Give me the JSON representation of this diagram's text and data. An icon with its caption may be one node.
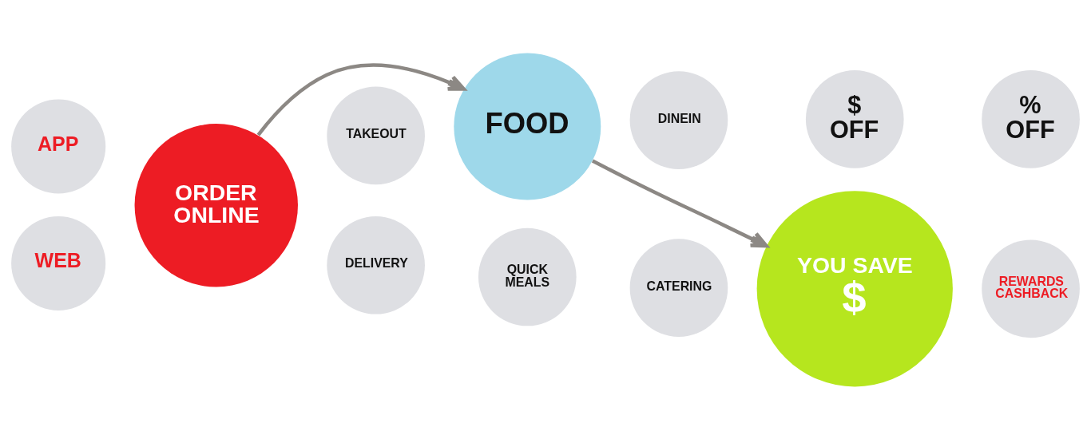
{
  "diagram": {
    "nodes": [
      {
        "text": [
          "APP"
        ]
      },
      {
        "text": [
          "WEB"
        ]
      },
      {
        "text": [
          "ORDER ONLINE"
        ]
      },
      {
        "text": [
          "FOOD"
        ]
      },
      {
        "text": [
          "DINEIN"
        ]
      },
      {
        "text": [
          "TAKEOUT"
        ]
      },
      {
        "text": [
          "CATERING"
        ]
      },
      {
        "text": [
          "DELIVERY"
        ]
      },
      {
        "text": [
          "QUICK MEALS"
        ]
      },
      {
        "text": [
          "$ OFF"
        ]
      },
      {
        "text": [
          "% OFF"
        ]
      },
      {
        "text": [
          "REWARDS CASHBACK"
        ]
      },
      {
        "text": [
          "YOU SAVE",
          "$"
        ]
      }
    ],
    "edges": [
      {
        "from": 2,
        "to": 3,
        "arrow": "to"
      },
      {
        "from": 3,
        "to": 12,
        "arrow": "to"
      }
    ]
  }
}
